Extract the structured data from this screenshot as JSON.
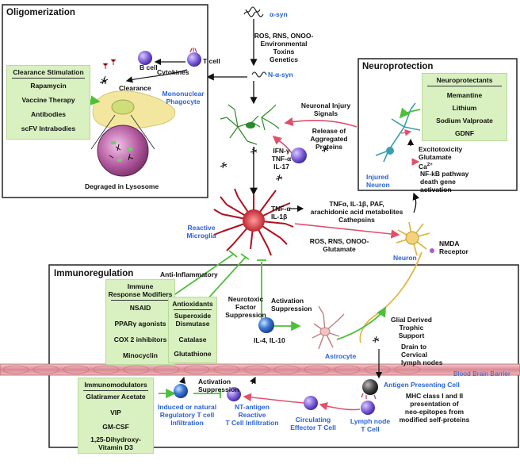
{
  "oligomerization": {
    "title": "Oligomerization",
    "b_cell": "B cell",
    "t_cell": "T cell",
    "cytokines": "Cytokines",
    "clearance": "Clearance",
    "phagocyte": [
      "Mononuclear",
      "Phagocyte"
    ],
    "lysosome": "Degraged in Lysosome",
    "box": {
      "header": "Clearance Stimulation",
      "items": [
        "Rapamycin",
        "Vaccine Therapy",
        "Antibodies",
        "scFV Intrabodies"
      ]
    }
  },
  "top": {
    "alpha_syn": "α-syn",
    "n_alpha_syn": "N-α-syn",
    "factors": [
      "ROS, RNS, ONOO-",
      "Environmental",
      "Toxins",
      "Genetics"
    ],
    "injury": [
      "Neuronal Injury",
      "Signals"
    ],
    "release": [
      "Release of",
      "Aggregated",
      "Proteins"
    ],
    "ifn": [
      "IFN-γ",
      "TNF-α",
      "IL-17"
    ]
  },
  "neuroprotection": {
    "title": "Neuroprotection",
    "box": {
      "header": "Neuroprotectants",
      "items": [
        "Memantine",
        "Lithium",
        "Sodium Valproate",
        "GDNF"
      ]
    },
    "excito": [
      "Excitotoxicity",
      "Glutamate",
      "Ca"
    ],
    "ca_sup": "2+",
    "nfkb": [
      "NF-kB pathway",
      "death gene",
      "activation"
    ],
    "injured_neuron": [
      "Injured",
      "Neuron"
    ]
  },
  "middle": {
    "reactive_microglia": [
      "Reactive",
      "Microglia"
    ],
    "tnf_il": [
      "TNF-α",
      "IL-1β"
    ],
    "tnf_list": [
      "TNFα, IL-1β, PAF,",
      "arachidonic acid metabolites",
      "Cathepsins"
    ],
    "ros_glut": [
      "ROS, RNS, ONOO-",
      "Glutamate"
    ],
    "nmda": [
      "NMDA",
      "Receptor"
    ],
    "neuron": "Neuron"
  },
  "immunoregulation": {
    "title": "Immunoregulation",
    "anti_inflammatory": "Anti-Inflammatory",
    "immune_box": {
      "header": [
        "Immune",
        "Response Modifiers"
      ],
      "items": [
        "NSAID",
        "PPARγ agonists",
        "COX 2 inhibitors",
        "Minocyclin"
      ]
    },
    "antiox_box": {
      "header": "Antioxidants",
      "items": [
        "Superoxide",
        "Dismutase",
        "Catalase",
        "Glutathione"
      ]
    },
    "neurotoxic": [
      "Neurotoxic",
      "Factor",
      "Suppression"
    ],
    "activation": [
      "Activation",
      "Suppression"
    ],
    "il4": "IL-4, IL-10",
    "astrocyte": "Astrocyte",
    "glial": [
      "Glial Derived",
      "Trophic",
      "Support"
    ],
    "drain": [
      "Drain to",
      "Cervical",
      "lymph nodes"
    ],
    "bbb": "Blood Brain Barrier"
  },
  "bottom": {
    "immunomod_box": {
      "header": "Immunomodulators",
      "items": [
        "Glatiramer Acetate",
        "VIP",
        "GM-CSF",
        "1,25-Dihydroxy-",
        "Vitamin D3"
      ]
    },
    "activation": [
      "Activation",
      "Suppression"
    ],
    "treg": [
      "Induced or natural",
      "Regulatory T cell",
      "Infiltration"
    ],
    "nt_antigen": [
      "NT-antigen",
      "Reactive",
      "T Cell Infiltration"
    ],
    "circulating": [
      "Circulating",
      "Effector T Cell"
    ],
    "lymph": [
      "Lymph node",
      "T Cell"
    ],
    "apc": "Antigen Presenting Cell",
    "mhc": [
      "MHC class I and II",
      "presentation of",
      "neo-epitopes from",
      "modified self-proteins"
    ]
  },
  "colors": {
    "green_arrow": "#4fbf3a",
    "red_arrow": "#e0506a",
    "blue_label": "#2a62d6",
    "box_fill": "#d9f0c0",
    "microglia": "#c0202a",
    "cell_purple": "#7a5ad8"
  }
}
